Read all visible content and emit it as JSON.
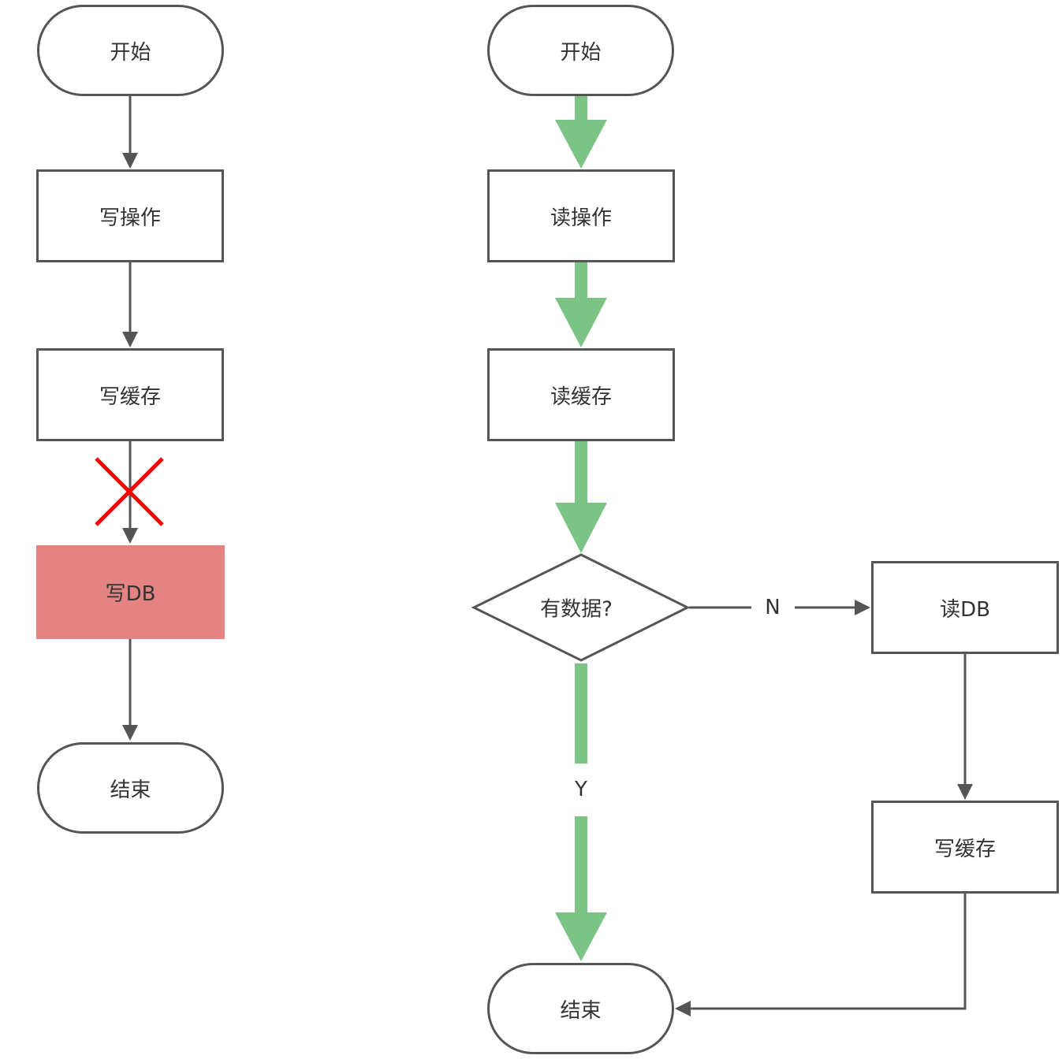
{
  "colors": {
    "line": "#555555",
    "green": "#7bc485",
    "red": "#ff0000",
    "highlight": "#e58383"
  },
  "write_flow": {
    "start": "开始",
    "op": "写操作",
    "cache": "写缓存",
    "db": "写DB",
    "end": "结束"
  },
  "read_flow": {
    "start": "开始",
    "op": "读操作",
    "cache": "读缓存",
    "decision": "有数据?",
    "yes_label": "Y",
    "no_label": "N",
    "db": "读DB",
    "write_cache": "写缓存",
    "end": "结束"
  }
}
